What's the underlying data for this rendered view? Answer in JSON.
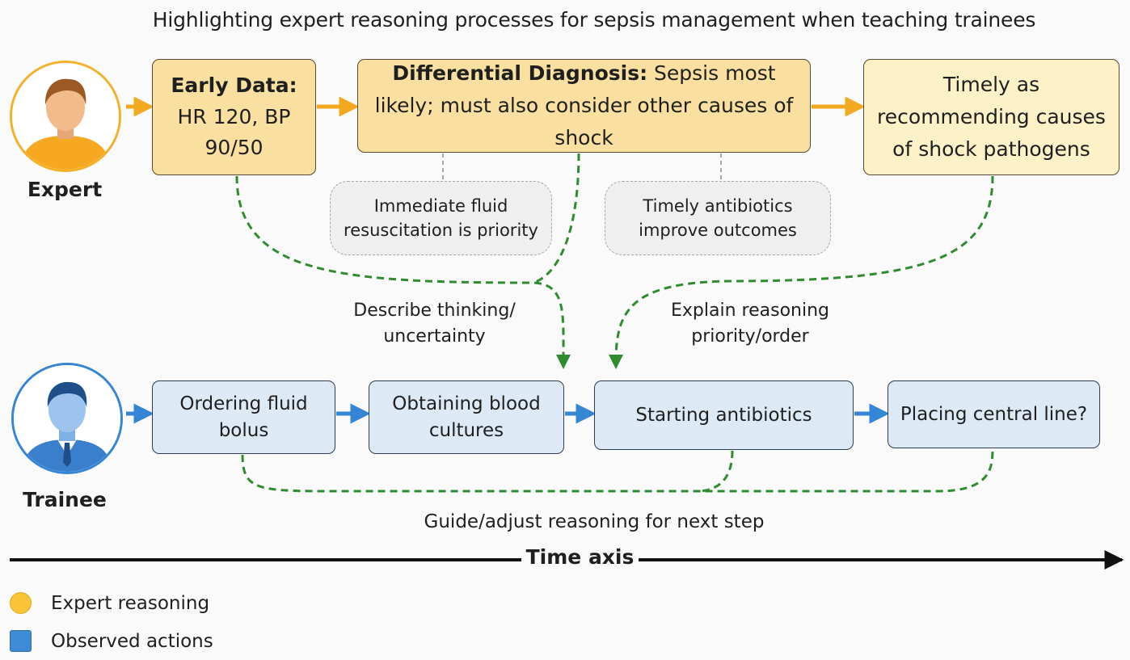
{
  "title": "Highlighting expert reasoning processes for sepsis management when teaching trainees",
  "roles": {
    "expert": "Expert",
    "trainee": "Trainee"
  },
  "expert_steps": {
    "early_data": {
      "heading": "Early Data:",
      "text": "HR 120, BP 90/50"
    },
    "differential": {
      "heading": "Differential Diagnosis:",
      "text": "Sepsis most likely; must also consider other causes of shock"
    },
    "timely": {
      "text": "Timely as recommending causes of shock pathogens"
    }
  },
  "notes": {
    "fluid": "Immediate fluid resuscitation is priority",
    "antibiotics": "Timely antibiotics improve outcomes"
  },
  "annotations": {
    "describe": "Describe thinking/ uncertainty",
    "explain": "Explain reasoning priority/order",
    "guide": "Guide/adjust reasoning for next step"
  },
  "trainee_actions": {
    "fluid": "Ordering fluid bolus",
    "blood": "Obtaining blood cultures",
    "antibiotics": "Starting antibiotics",
    "central_line": "Placing central line?"
  },
  "time_axis": "Time axis",
  "legend": {
    "expert": "Expert reasoning",
    "observed": "Observed actions"
  },
  "colors": {
    "expert_accent": "#f2b127",
    "expert_box": "#f9e0a0",
    "trainee_accent": "#3585d6",
    "trainee_box": "#ddeaf6",
    "guidance_link": "#2e8b2e"
  },
  "icons": {
    "expert": "person-avatar-icon",
    "trainee": "person-in-suit-avatar-icon"
  }
}
